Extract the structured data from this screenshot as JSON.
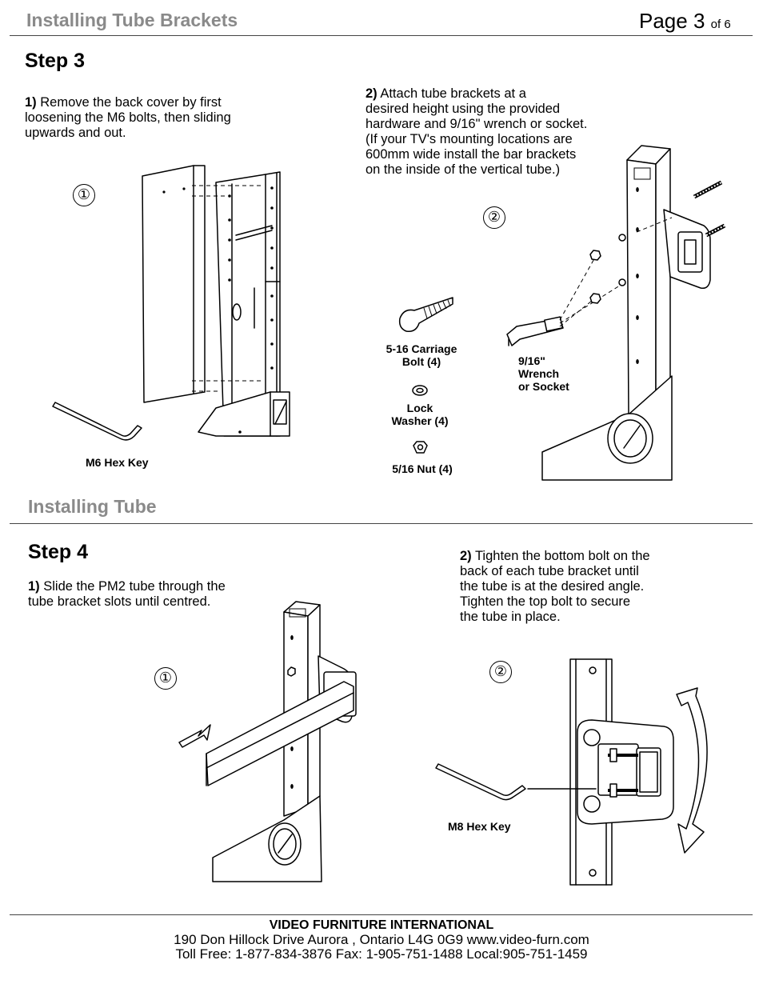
{
  "header": {
    "section_title": "Installing Tube Brackets",
    "page_label": "Page 3",
    "page_of": "of  6"
  },
  "step3": {
    "title": "Step 3",
    "instr1_num": "1)",
    "instr1_l1": " Remove the back cover by first",
    "instr1_l2": "loosening the M6 bolts, then sliding",
    "instr1_l3": "upwards and out.",
    "instr2_num": "2)",
    "instr2_l1": " Attach tube brackets at a",
    "instr2_l2": "desired height using the provided",
    "instr2_l3": "hardware and 9/16\" wrench or socket.",
    "instr2_l4": "(If your TV's mounting locations are",
    "instr2_l5": "600mm wide install the bar brackets",
    "instr2_l6": "on the inside of the vertical tube.)",
    "marker1": "①",
    "marker2": "②",
    "hex_key_label": "M6 Hex Key",
    "bolt_label_l1": "5-16 Carriage",
    "bolt_label_l2": "Bolt (4)",
    "washer_label_l1": "Lock",
    "washer_label_l2": "Washer (4)",
    "nut_label": "5/16 Nut (4)",
    "wrench_label_l1": "9/16\"",
    "wrench_label_l2": "Wrench",
    "wrench_label_l3": "or Socket"
  },
  "section2": {
    "title": "Installing Tube"
  },
  "step4": {
    "title": "Step 4",
    "instr1_num": "1)",
    "instr1_l1": " Slide the PM2 tube through the",
    "instr1_l2": "tube bracket slots until centred.",
    "instr2_num": "2)",
    "instr2_l1": " Tighten the bottom bolt on the",
    "instr2_l2": "back of each tube bracket until",
    "instr2_l3": "the tube is at the desired angle.",
    "instr2_l4": "Tighten the top bolt to secure",
    "instr2_l5": "the tube in place.",
    "marker1": "①",
    "marker2": "②",
    "hex_key_label": "M8 Hex Key"
  },
  "footer": {
    "company": "VIDEO FURNITURE INTERNATIONAL",
    "address": "190 Don Hillock Drive    Aurora , Ontario  L4G 0G9     www.video-furn.com",
    "phones": "Toll Free: 1-877-834-3876       Fax: 1-905-751-1488  Local:905-751-1459"
  }
}
